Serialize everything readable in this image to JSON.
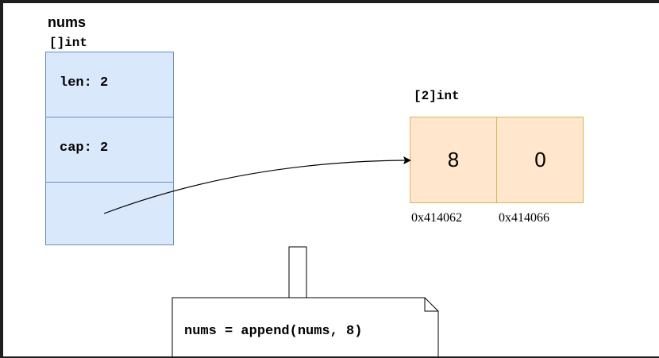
{
  "slice": {
    "name": "nums",
    "type": "[]int",
    "fields": [
      {
        "label": "len: 2"
      },
      {
        "label": "cap: 2"
      },
      {
        "label": ""
      }
    ]
  },
  "array": {
    "type": "[2]int",
    "elements": [
      {
        "value": "8",
        "address": "0x414062"
      },
      {
        "value": "0",
        "address": "0x414066"
      }
    ]
  },
  "note": {
    "code": "nums = append(nums, 8)"
  },
  "colors": {
    "slice_fill": "#dae8fc",
    "slice_stroke": "#6c8ebf",
    "array_fill": "#ffe6cc",
    "array_stroke": "#d6b656",
    "frame": "#1e1e1e"
  }
}
